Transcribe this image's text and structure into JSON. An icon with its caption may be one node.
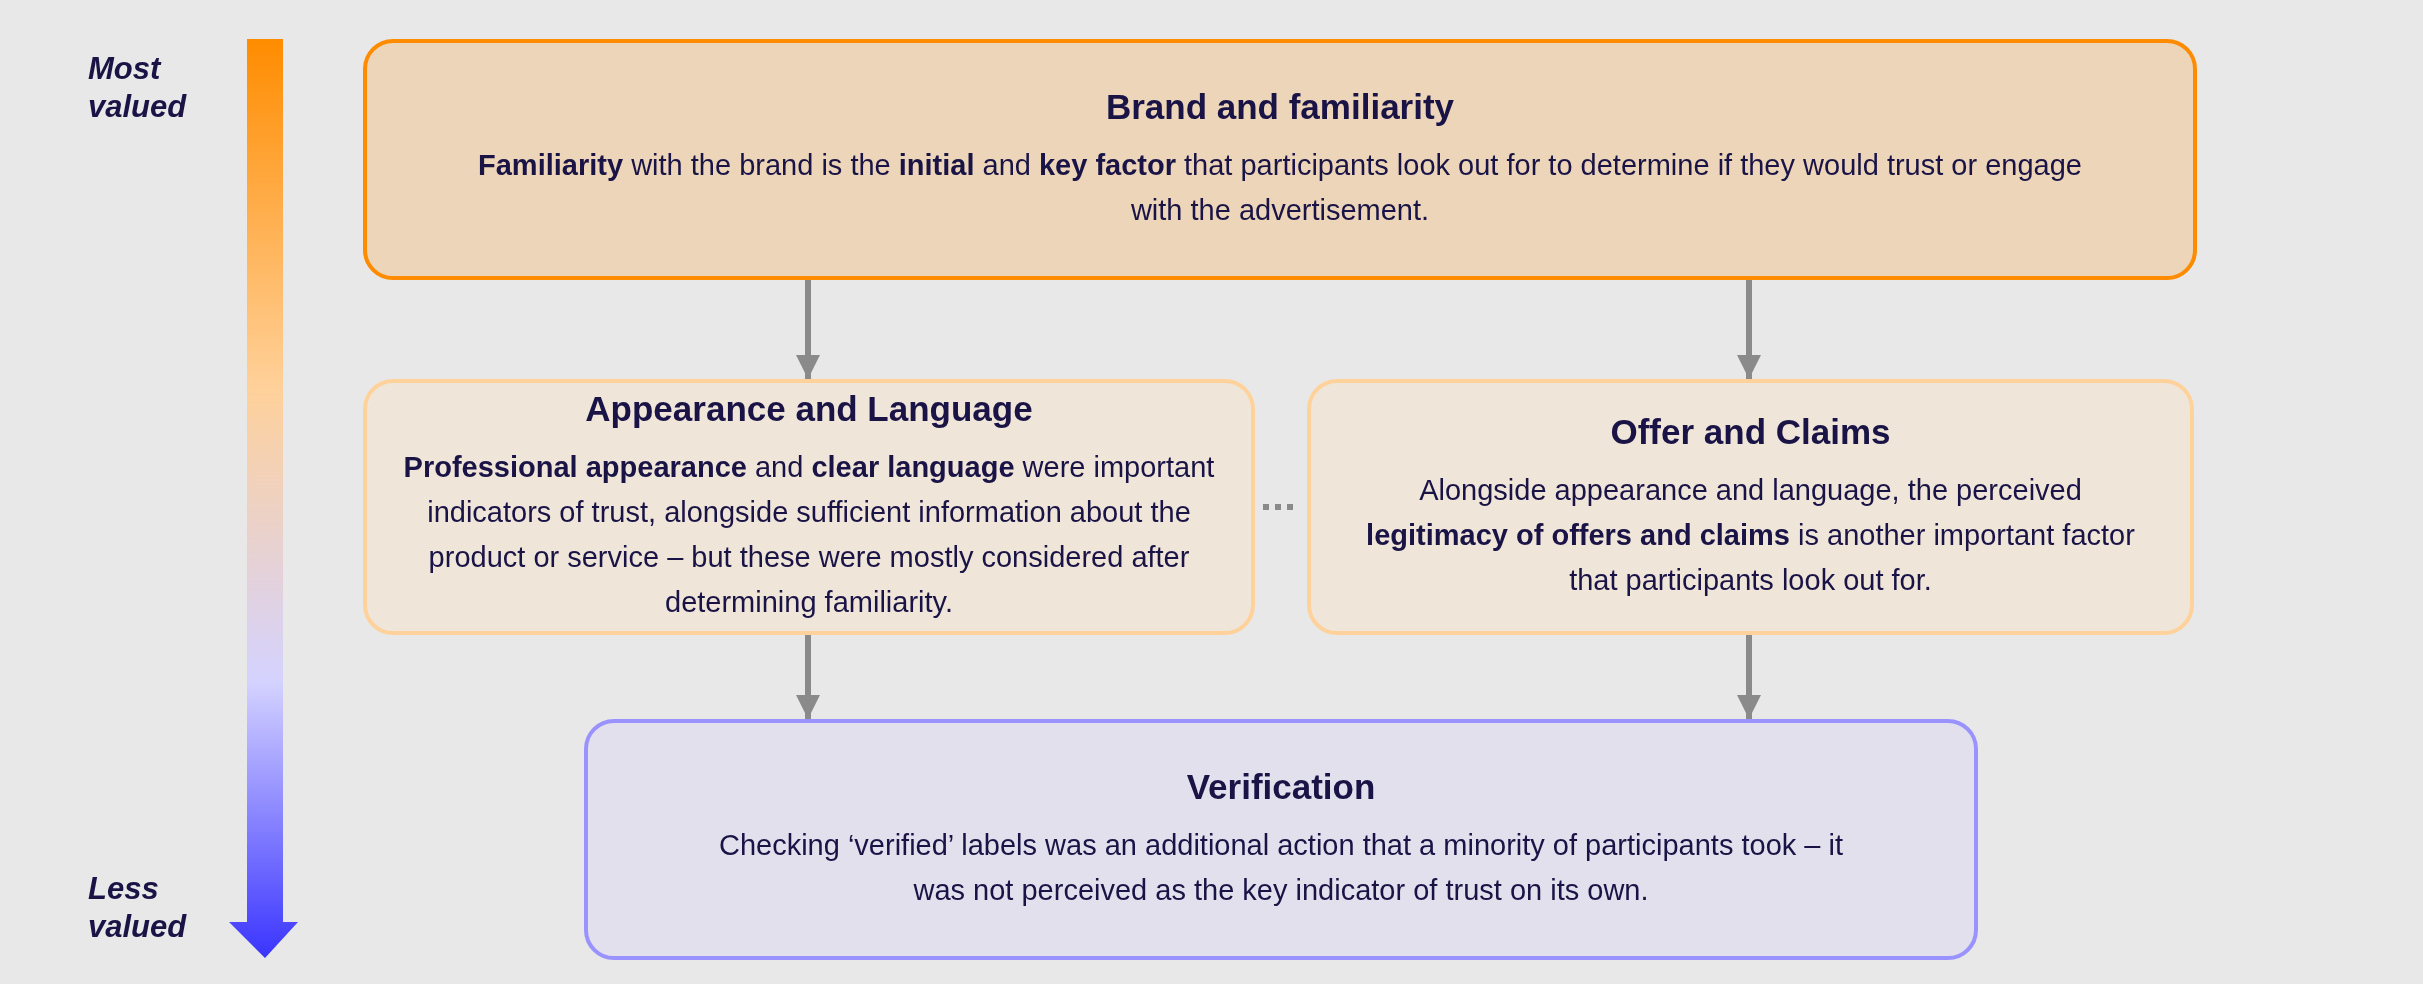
{
  "diagram": {
    "nodes": [
      {
        "text": [
          "Brand and familiarity",
          "**Familiarity** with the brand is the **initial** and **key factor** that participants look out for to determine if they would trust or engage with the advertisement."
        ]
      },
      {
        "text": [
          "Appearance and Language",
          "**Professional appearance** and **clear language** were important indicators of trust, alongside sufficient information about the product or service – but these were mostly considered after determining familiarity."
        ]
      },
      {
        "text": [
          "Offer and Claims",
          "Alongside appearance and language, the perceived **legitimacy of offers and claims** is another important factor that participants look out for."
        ]
      },
      {
        "text": [
          "Verification",
          "Checking ‘verified’ labels was an additional action that a minority of participants took – it was not perceived as the key indicator of trust on its own."
        ]
      }
    ],
    "edges": [
      {
        "from": 0,
        "to": 1,
        "arrow": "to"
      },
      {
        "from": 0,
        "to": 2,
        "arrow": "to"
      },
      {
        "from": 1,
        "to": 2,
        "arrow": "none",
        "style": "dashed"
      },
      {
        "from": 1,
        "to": 3,
        "arrow": "to"
      },
      {
        "from": 2,
        "to": 3,
        "arrow": "to"
      }
    ],
    "labels": [
      "Most valued",
      "Less valued"
    ]
  }
}
